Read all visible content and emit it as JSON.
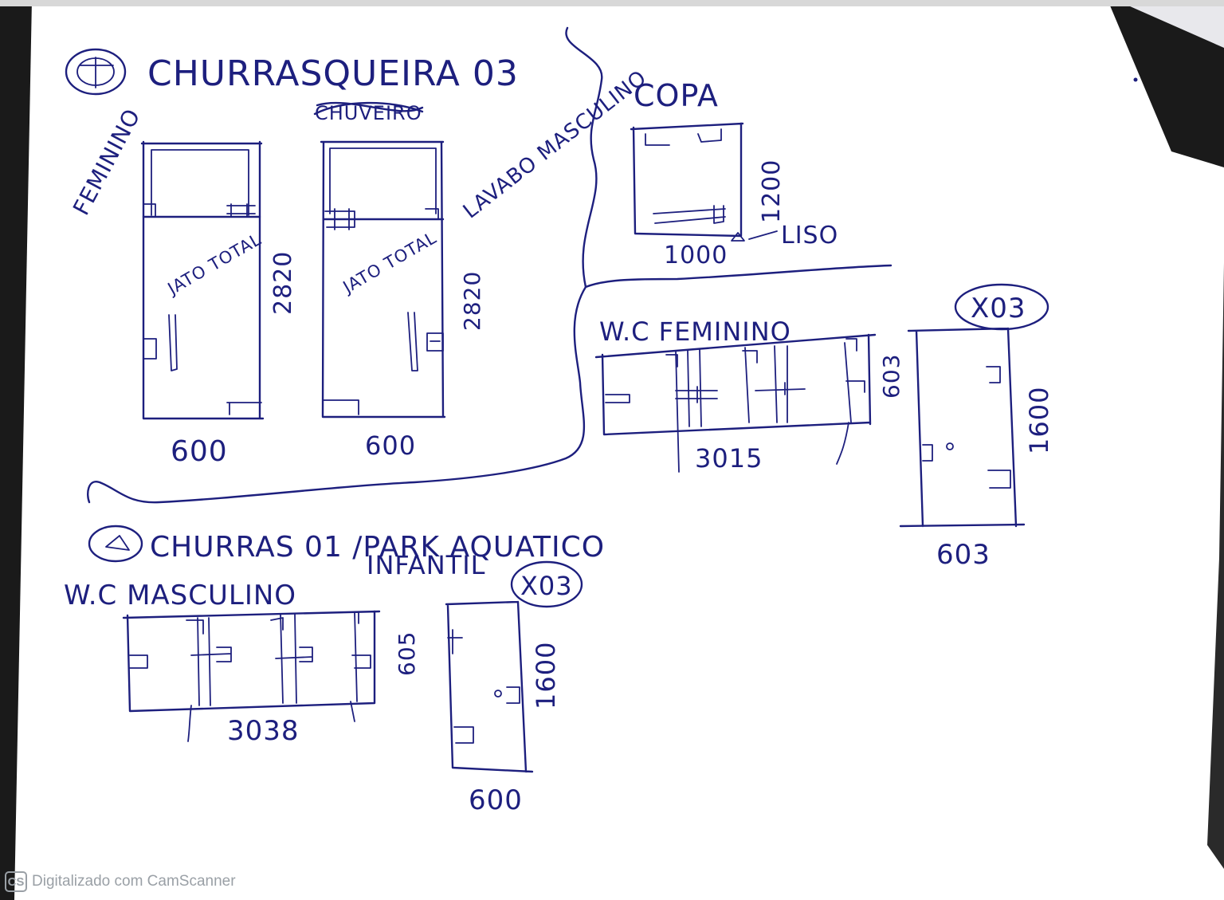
{
  "churrasqueira03": {
    "title": "CHURRASQUEIRA 03",
    "scribble": "CHUVEIRO",
    "feminino_label": "FEMININO",
    "masculino_label": "LAVABO MASCULINO",
    "left_jato": "JATO TOTAL",
    "right_jato": "JATO TOTAL",
    "left_width": "600",
    "right_width": "600",
    "left_height": "2820",
    "right_height": "2820"
  },
  "copa": {
    "title": "COPA",
    "width": "1000",
    "height": "1200",
    "note": "LISO"
  },
  "wc_feminino": {
    "title": "W.C FEMININO",
    "width": "3015",
    "height": "603"
  },
  "door_a": {
    "tag": "X03",
    "height": "1600",
    "width": "603"
  },
  "churras01": {
    "title": "CHURRAS 01 / PARK AQUATICO INFANTIL",
    "title_line1": "CHURRAS 01 /PARK AQUATICO",
    "title_line2": "INFANTIL",
    "wc_title": "W.C MASCULINO",
    "wc_width": "3038",
    "wc_height": "605"
  },
  "door_b": {
    "tag": "X03",
    "height": "1600",
    "width": "600"
  },
  "watermark": {
    "logo": "CS",
    "text": "Digitalizado com CamScanner"
  }
}
